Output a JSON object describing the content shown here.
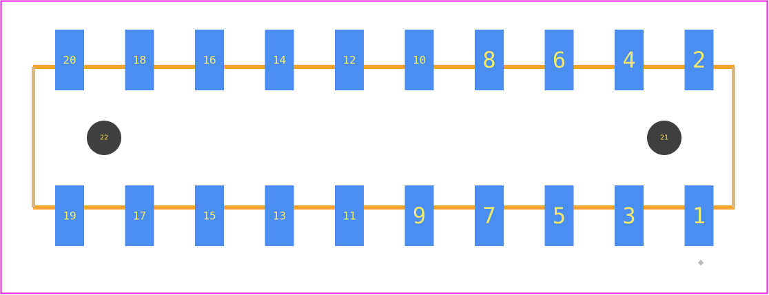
{
  "colors": {
    "background": "#ffffff",
    "board_outline": "#e61ee6",
    "silkscreen": "#f5a42a",
    "silkscreen_side": "#d9b887",
    "pad_fill": "#4a8ef2",
    "pad_text": "#f2e96b",
    "mount_hole_fill": "#3f3f3f",
    "mount_hole_text": "#e8d84a",
    "origin_marker": "#b9b9b9"
  },
  "pads": {
    "top_row": [
      "20",
      "18",
      "16",
      "14",
      "12",
      "10",
      "8",
      "6",
      "4",
      "2"
    ],
    "bottom_row": [
      "19",
      "17",
      "15",
      "13",
      "11",
      "9",
      "7",
      "5",
      "3",
      "1"
    ]
  },
  "mount_holes": {
    "left": "22",
    "right": "21"
  },
  "icons": {
    "origin_marker": "origin-marker-icon"
  }
}
